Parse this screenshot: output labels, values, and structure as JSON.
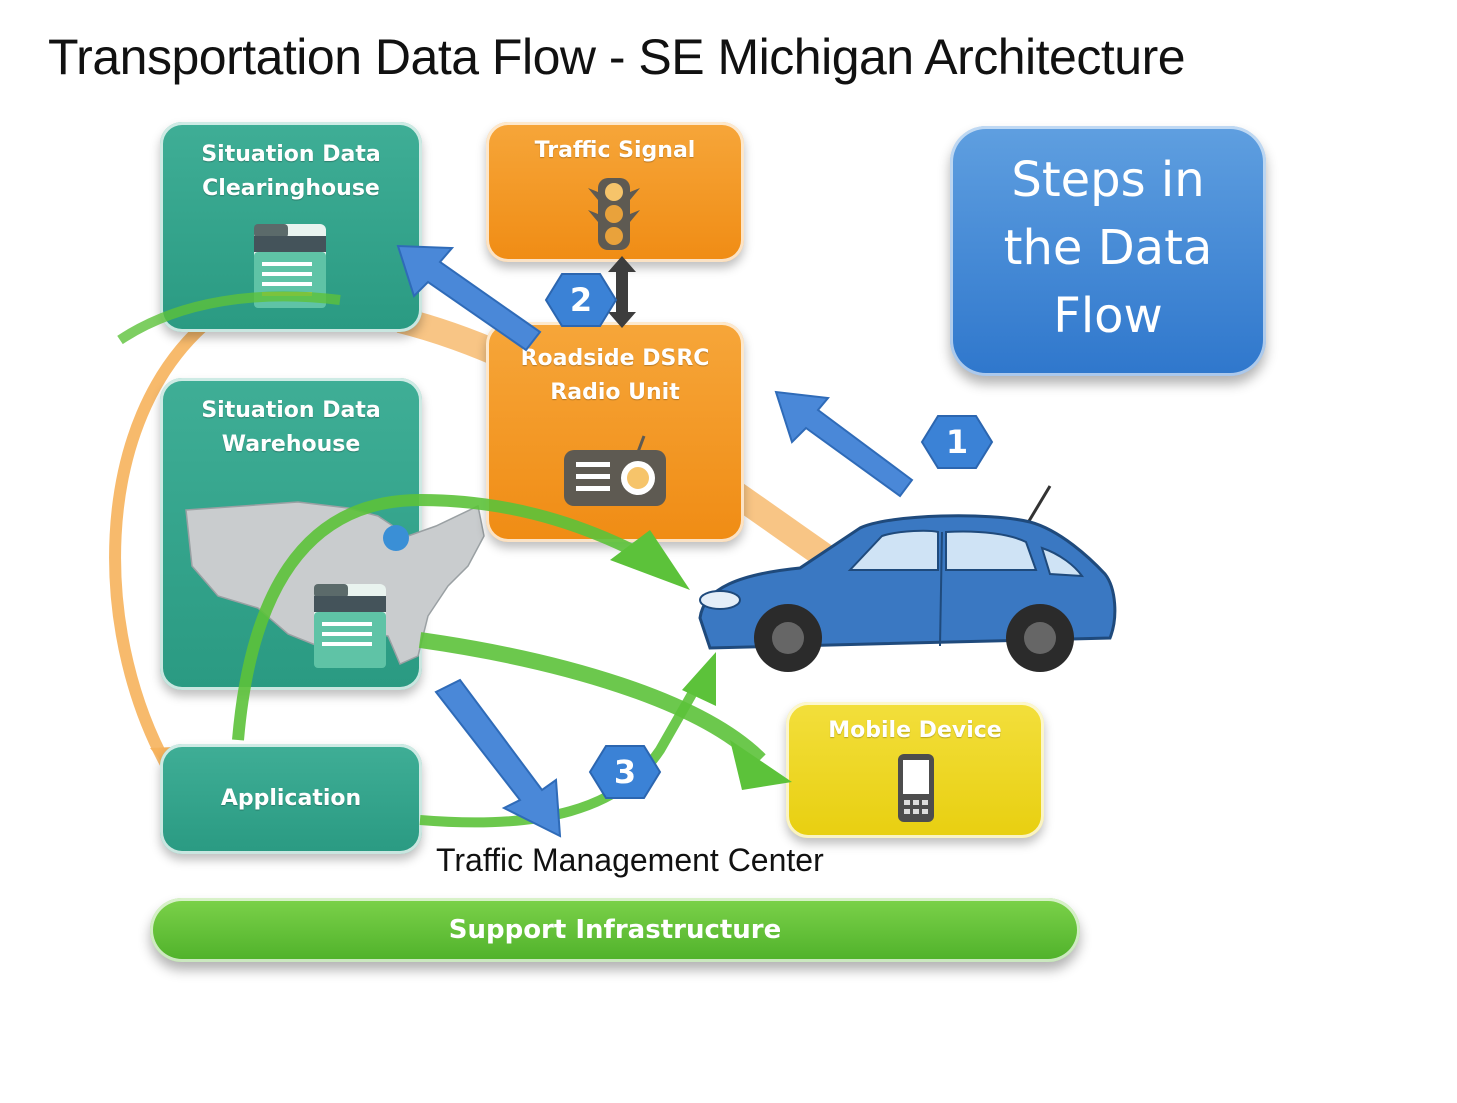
{
  "title": "Transportation Data Flow - SE Michigan Architecture",
  "nodes": {
    "clearinghouse": "Situation Data Clearinghouse",
    "clearinghouse_l1": "Situation Data",
    "clearinghouse_l2": "Clearinghouse",
    "warehouse_l1": "Situation Data",
    "warehouse_l2": "Warehouse",
    "traffic_signal": "Traffic Signal",
    "dsrc_l1": "Roadside DSRC",
    "dsrc_l2": "Radio Unit",
    "application": "Application",
    "mobile": "Mobile Device",
    "support": "Support Infrastructure",
    "tmc": "Traffic Management Center"
  },
  "steps_box": {
    "line1": "Steps in",
    "line2": "the Data",
    "line3": "Flow"
  },
  "step_badges": [
    "1",
    "2",
    "3"
  ],
  "colors": {
    "teal": "#2f9f87",
    "orange": "#f29320",
    "yellow": "#ecd420",
    "blue_step": "#3b82d6",
    "green_flow": "#5cc23a",
    "orange_flow": "#f6b25c",
    "car_blue": "#3a78c2"
  },
  "icons": [
    "folder-icon",
    "traffic-light-icon",
    "radio-icon",
    "us-map-icon",
    "car-icon",
    "mobile-phone-icon"
  ]
}
